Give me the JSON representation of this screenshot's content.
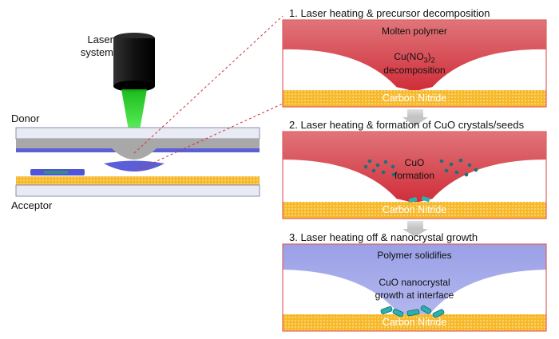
{
  "setup": {
    "laser_label": "Laser\nsystem",
    "donor_label": "Donor",
    "acceptor_label": "Acceptor"
  },
  "panels": [
    {
      "title": "1. Laser heating & precursor decomposition",
      "caption_top": "Molten polymer",
      "caption_mid_main": "Cu(NO",
      "caption_mid_sub": "3",
      "caption_mid_close": ")",
      "caption_mid_sub2": "2",
      "caption_bottom": "decomposition",
      "substrate": "Carbon Nitride"
    },
    {
      "title": "2. Laser heating & formation of CuO crystals/seeds",
      "caption_top": "CuO",
      "caption_bottom": "formation",
      "substrate": "Carbon Nitride"
    },
    {
      "title": "3. Laser heating off & nanocrystal growth",
      "caption_top": "Polymer solidifies",
      "caption_mid": "CuO nanocrystal",
      "caption_bottom": "growth at interface",
      "substrate": "Carbon Nitride"
    }
  ],
  "colors": {
    "molten": "#d9444c",
    "polymer": "#8f98e0",
    "substrate": "#f7b82a",
    "panel_border": "#e06060",
    "laser_beam": "#22dd22",
    "crystal": "#2ab0b0"
  }
}
